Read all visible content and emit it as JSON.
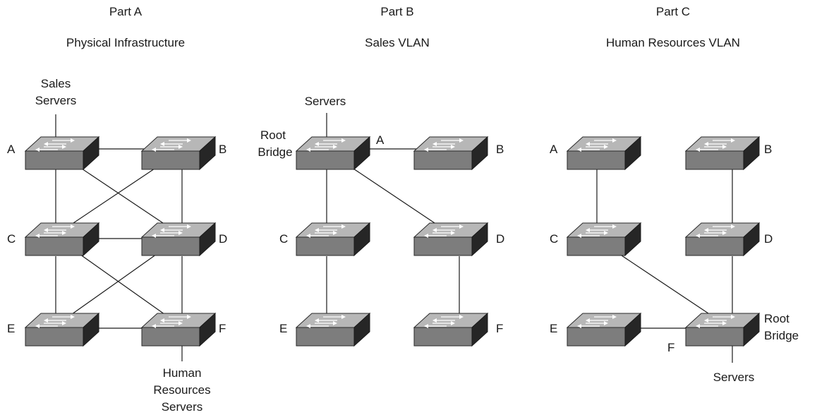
{
  "panels": [
    {
      "id": "part-a",
      "title": "Part A",
      "subtitle": "Physical Infrastructure",
      "node_labels": [
        "A",
        "B",
        "C",
        "D",
        "E",
        "F"
      ],
      "extra_labels": {
        "sales_servers": [
          "Sales",
          "Servers"
        ],
        "hr_servers": [
          "Human",
          "Resources",
          "Servers"
        ]
      }
    },
    {
      "id": "part-b",
      "title": "Part B",
      "subtitle": "Sales VLAN",
      "node_labels": [
        "B",
        "C",
        "D",
        "E",
        "F"
      ],
      "link_label": "A",
      "extra_labels": {
        "servers": "Servers",
        "root_bridge": [
          "Root",
          "Bridge"
        ]
      }
    },
    {
      "id": "part-c",
      "title": "Part C",
      "subtitle": "Human Resources  VLAN",
      "node_labels": [
        "A",
        "B",
        "C",
        "D",
        "E",
        "F"
      ],
      "extra_labels": {
        "servers": "Servers",
        "root_bridge": [
          "Root",
          "Bridge"
        ]
      }
    }
  ]
}
